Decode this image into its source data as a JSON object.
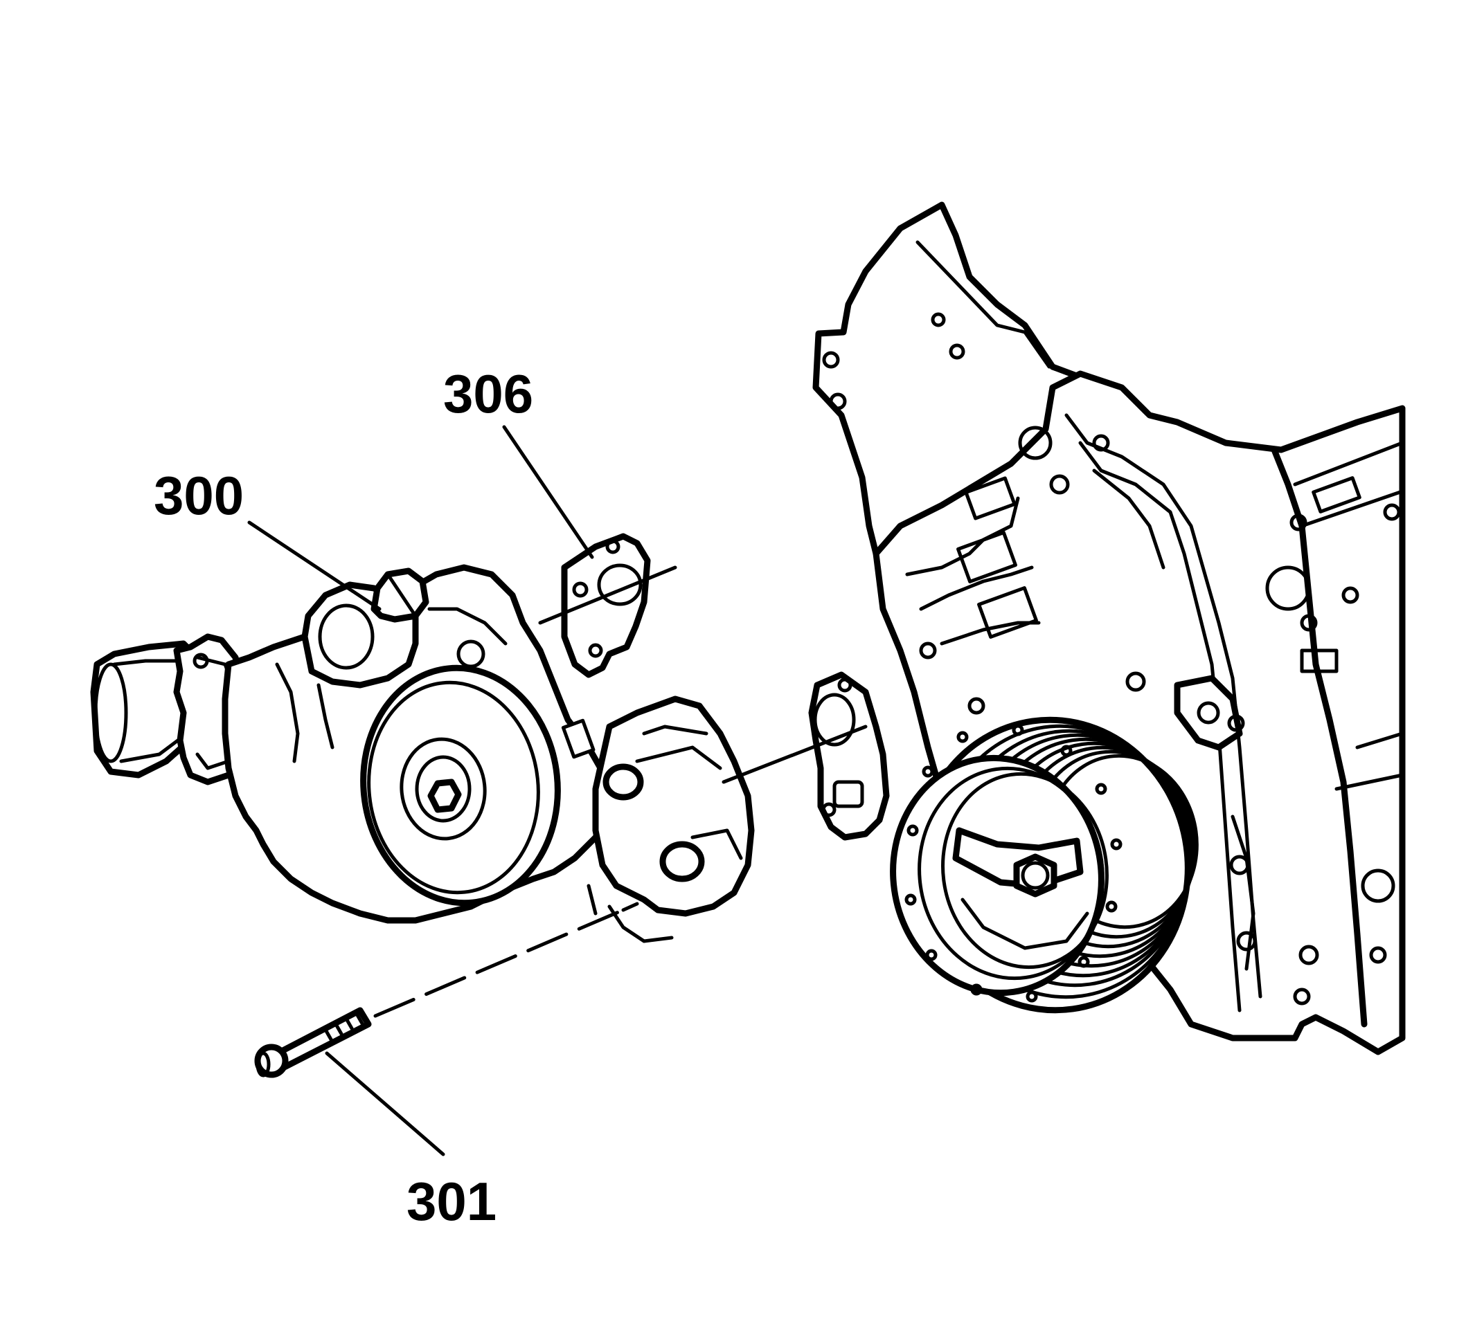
{
  "callouts": {
    "water_pump": "300",
    "bolt": "301",
    "gasket": "306"
  }
}
